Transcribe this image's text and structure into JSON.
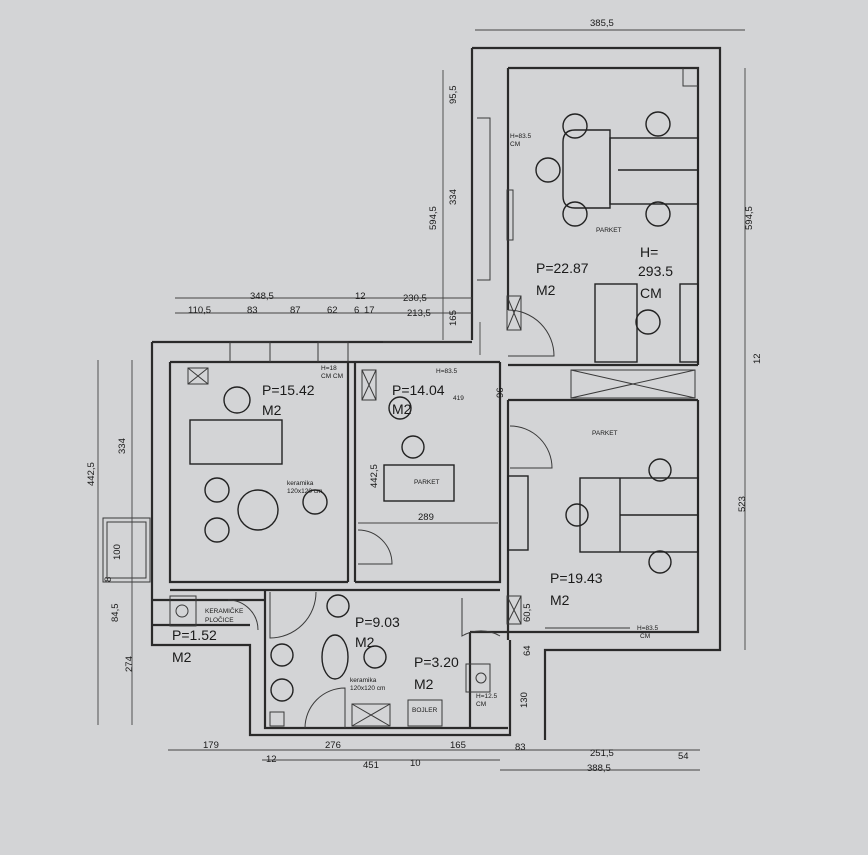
{
  "colors": {
    "paper": "#d3d4d6",
    "ink": "#1a1a1a"
  },
  "rooms": {
    "living": {
      "area": "P=22.87",
      "unit": "M2",
      "floor": "PARKET",
      "height_label": "H=",
      "height_value": "293.5",
      "height_unit": "CM"
    },
    "bedroom": {
      "area": "P=19.43",
      "unit": "M2",
      "floor": "PARKET"
    },
    "room_a": {
      "area": "P=15.42",
      "unit": "M2",
      "floor": "keramika",
      "floor_size": "120x120 cm"
    },
    "room_b": {
      "area": "P=14.04",
      "unit": "M2",
      "floor": "PARKET"
    },
    "hall": {
      "area": "P=9.03",
      "unit": "M2",
      "floor": "keramika",
      "floor_size": "120x120 cm"
    },
    "kitchen": {
      "area": "P=3.20",
      "unit": "M2"
    },
    "bathroom": {
      "area": "P=1.52",
      "unit": "M2",
      "floor": "KERAMIČKE",
      "floor_2": "PLOČICE"
    }
  },
  "notes": {
    "h835_top": "H=83.5",
    "cm_top": "CM",
    "h835_bottom": "H=83.5",
    "cm_bottom": "CM",
    "h18": "H=18",
    "cm_h18": "CM CM",
    "h835_mid": "H=83.5",
    "h125": "H=12.5",
    "cm_h125": "CM",
    "boiler": "BOJLER"
  },
  "dims": {
    "top_3855": "385,5",
    "right_5945": "594,5",
    "left_5945": "594,5",
    "v_955": "95,5",
    "v_334": "334",
    "v_165": "165",
    "v_96": "96",
    "v_419": "419",
    "h_3485": "348,5",
    "h_12": "12",
    "h_2305": "230,5",
    "h_1105": "110,5",
    "h_83": "83",
    "h_87": "87",
    "h_62": "62",
    "h_6": "6",
    "h_17": "17",
    "h_2135": "213,5",
    "right_12": "12",
    "right_523": "523",
    "left_4425": "442,5",
    "left_334": "334",
    "left_100": "100",
    "left_8": "8",
    "left_845": "84,5",
    "left_274": "274",
    "mid_4425": "442,5",
    "mid_289": "289",
    "v_605": "60,5",
    "v_64": "64",
    "v_130": "130",
    "bot_179": "179",
    "bot_12": "12",
    "bot_276": "276",
    "bot_165": "165",
    "bot_83": "83",
    "bot_2515": "251,5",
    "bot_54": "54",
    "bot_451": "451",
    "bot_10": "10",
    "bot_3885": "388,5"
  }
}
